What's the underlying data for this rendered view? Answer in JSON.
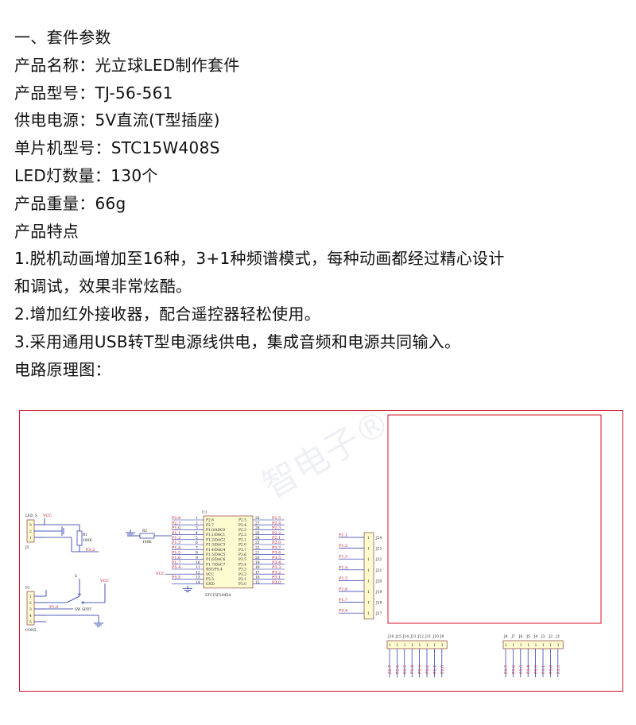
{
  "spec": {
    "lines": [
      "一、套件参数",
      "产品名称：光立球LED制作套件",
      "产品型号：TJ-56-561",
      "供电电源：5V直流(T型插座)",
      "单片机型号：STC15W408S",
      "LED灯数量：130个",
      "产品重量：66g",
      "产品特点",
      "1.脱机动画增加至16种，3+1种频谱模式，每种动画都经过精心设计",
      "和调试，效果非常炫酷。",
      "2.增加红外接收器，配合遥控器轻松使用。",
      "3.采用通用USB转T型电源线供电，集成音频和电源共同输入。",
      "电路原理图："
    ]
  },
  "schematic": {
    "colors": {
      "border": "#d3132b",
      "wire": "#1c2aa8",
      "body_fill": "#fffbd0",
      "part_outline": "#7a1f1f",
      "net_label": "#c0142a"
    },
    "watermark": "智电子®",
    "j5": {
      "ref": "J5",
      "title": "LED_S",
      "vcc": "VCC",
      "pins": [
        "3",
        "2",
        "1"
      ]
    },
    "r1": {
      "ref": "R1",
      "value": "100K",
      "net": "P3.2"
    },
    "r2": {
      "ref": "R2",
      "value": "100K"
    },
    "p1": {
      "ref": "P1",
      "name": "CON5",
      "pins": [
        "1",
        "2",
        "3",
        "4",
        "5"
      ],
      "net": "P1.0"
    },
    "sw": {
      "ref": "S",
      "name": "SW SPDT",
      "vcc": "VCC"
    },
    "u1": {
      "ref": "U1",
      "part": "STC15F204EA",
      "vcc_net": "VCC",
      "left": [
        {
          "net": "P2.6",
          "num": "1",
          "name": "P2.6"
        },
        {
          "net": "P2.7",
          "num": "2",
          "name": "P2.7"
        },
        {
          "net": "P1.0",
          "num": "3",
          "name": "P1.0/ADC0"
        },
        {
          "net": "P1.1",
          "num": "4",
          "name": "P1.1/DAC1"
        },
        {
          "net": "P1.2",
          "num": "5",
          "name": "P1.2/DAC2"
        },
        {
          "net": "P1.3",
          "num": "6",
          "name": "P1.3/DAC3"
        },
        {
          "net": "P1.4",
          "num": "7",
          "name": "P1.4/DAC4"
        },
        {
          "net": "P1.5",
          "num": "8",
          "name": "P1.5/DAC5"
        },
        {
          "net": "P1.6",
          "num": "9",
          "name": "P1.6/DAC6"
        },
        {
          "net": "P1.7",
          "num": "10",
          "name": "P1.7/DAC7"
        },
        {
          "net": "P5.4",
          "num": "11",
          "name": "RST/P5.4"
        },
        {
          "net": "",
          "num": "12",
          "name": "VCC"
        },
        {
          "net": "P5.5",
          "num": "13",
          "name": "P5.5"
        },
        {
          "net": "",
          "num": "14",
          "name": "GND"
        }
      ],
      "right": [
        {
          "num": "28",
          "name": "P2.5",
          "net": "P2.5"
        },
        {
          "num": "27",
          "name": "P2.4",
          "net": "P2.4"
        },
        {
          "num": "26",
          "name": "P2.3",
          "net": "P2.3"
        },
        {
          "num": "25",
          "name": "P2.2",
          "net": "P2.2"
        },
        {
          "num": "24",
          "name": "P2.1",
          "net": "P2.1"
        },
        {
          "num": "23",
          "name": "P2.0",
          "net": "P2.0"
        },
        {
          "num": "22",
          "name": "P3.7",
          "net": "P3.7"
        },
        {
          "num": "21",
          "name": "P3.6",
          "net": "P3.6"
        },
        {
          "num": "20",
          "name": "P3.5",
          "net": "P3.5"
        },
        {
          "num": "19",
          "name": "P3.4",
          "net": "P3.4"
        },
        {
          "num": "18",
          "name": "P3.3",
          "net": "P3.3"
        },
        {
          "num": "17",
          "name": "P3.2",
          "net": "P3.2"
        },
        {
          "num": "16",
          "name": "P3.1",
          "net": "P3.1"
        },
        {
          "num": "15",
          "name": "P3.0",
          "net": "P3.0"
        }
      ]
    },
    "rowheaders": [
      {
        "net": "P1.1",
        "ref": "J24"
      },
      {
        "net": "P1.2",
        "ref": "J23"
      },
      {
        "net": "P1.3",
        "ref": "J22"
      },
      {
        "net": "P1.4",
        "ref": "J21"
      },
      {
        "net": "P1.5",
        "ref": "J20"
      },
      {
        "net": "P1.6",
        "ref": "J19"
      },
      {
        "net": "P1.7",
        "ref": "J18"
      },
      {
        "net": "P5.4",
        "ref": "J17"
      }
    ],
    "colheaders_a": [
      {
        "ref": "J16",
        "net": "P2.7"
      },
      {
        "ref": "J15",
        "net": "P2.6"
      },
      {
        "ref": "J14",
        "net": "P2.5"
      },
      {
        "ref": "J13",
        "net": "P2.4"
      },
      {
        "ref": "J12",
        "net": "P2.3"
      },
      {
        "ref": "J11",
        "net": "P2.2"
      },
      {
        "ref": "J10",
        "net": "P2.1"
      },
      {
        "ref": "J9",
        "net": "P2.0"
      }
    ],
    "colheaders_b": [
      {
        "ref": "J8",
        "net": "P3.7"
      },
      {
        "ref": "J7",
        "net": "P3.6"
      },
      {
        "ref": "J6",
        "net": "P3.5"
      },
      {
        "ref": "J5",
        "net": "P3.4"
      },
      {
        "ref": "J4",
        "net": "P3.3"
      },
      {
        "ref": "J3",
        "net": "P3.1"
      },
      {
        "ref": "J2",
        "net": "P3.0"
      },
      {
        "ref": "J1",
        "net": "P5.5"
      }
    ]
  }
}
